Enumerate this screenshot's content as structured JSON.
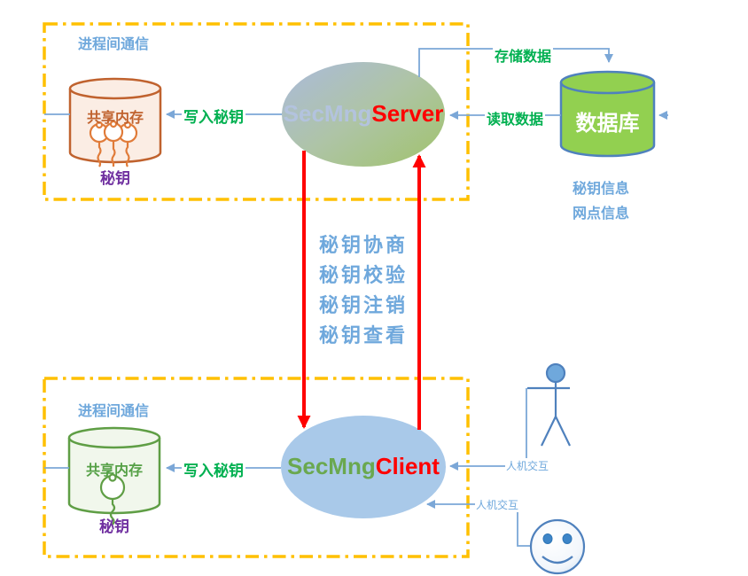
{
  "top_box": {
    "label": "进程间通信"
  },
  "bottom_box": {
    "label": "进程间通信"
  },
  "shared_memory_top": {
    "label": "共享内存",
    "key_label": "秘钥"
  },
  "shared_memory_bottom": {
    "label": "共享内存",
    "key_label": "秘钥"
  },
  "server": {
    "prefix": "SecMng",
    "suffix": "Server"
  },
  "client": {
    "prefix": "SecMng",
    "suffix": "Client"
  },
  "database": {
    "label": "数据库",
    "info_line1": "秘钥信息",
    "info_line2": "网点信息"
  },
  "edges": {
    "write_key_top": "写入秘钥",
    "write_key_bottom": "写入秘钥",
    "store_data": "存储数据",
    "read_data": "读取数据",
    "hci_upper": "人机交互",
    "hci_lower": "人机交互"
  },
  "middle_operations": [
    "秘钥协商",
    "秘钥校验",
    "秘钥注销",
    "秘钥查看"
  ],
  "icons": {
    "keys_top": "three-keys-icon",
    "key_bottom": "key-icon",
    "person": "person-stick-figure-icon",
    "smiley": "smiley-face-icon"
  },
  "colors": {
    "dashed_border": "#FFC000",
    "connector_blue": "#7BA7D7",
    "red_arrow": "#FF0000",
    "green_label": "#00B050",
    "blue_label": "#6FA8DC",
    "purple_label": "#7030A0",
    "cylinder_top_stroke": "#C0622E",
    "cylinder_bottom_stroke": "#5F9E45",
    "database_fill": "#92D050",
    "database_stroke": "#4F81BD",
    "server_gradient_start": "#ABBADC",
    "server_gradient_end": "#A3C377",
    "client_fill": "#A9C9E9"
  }
}
